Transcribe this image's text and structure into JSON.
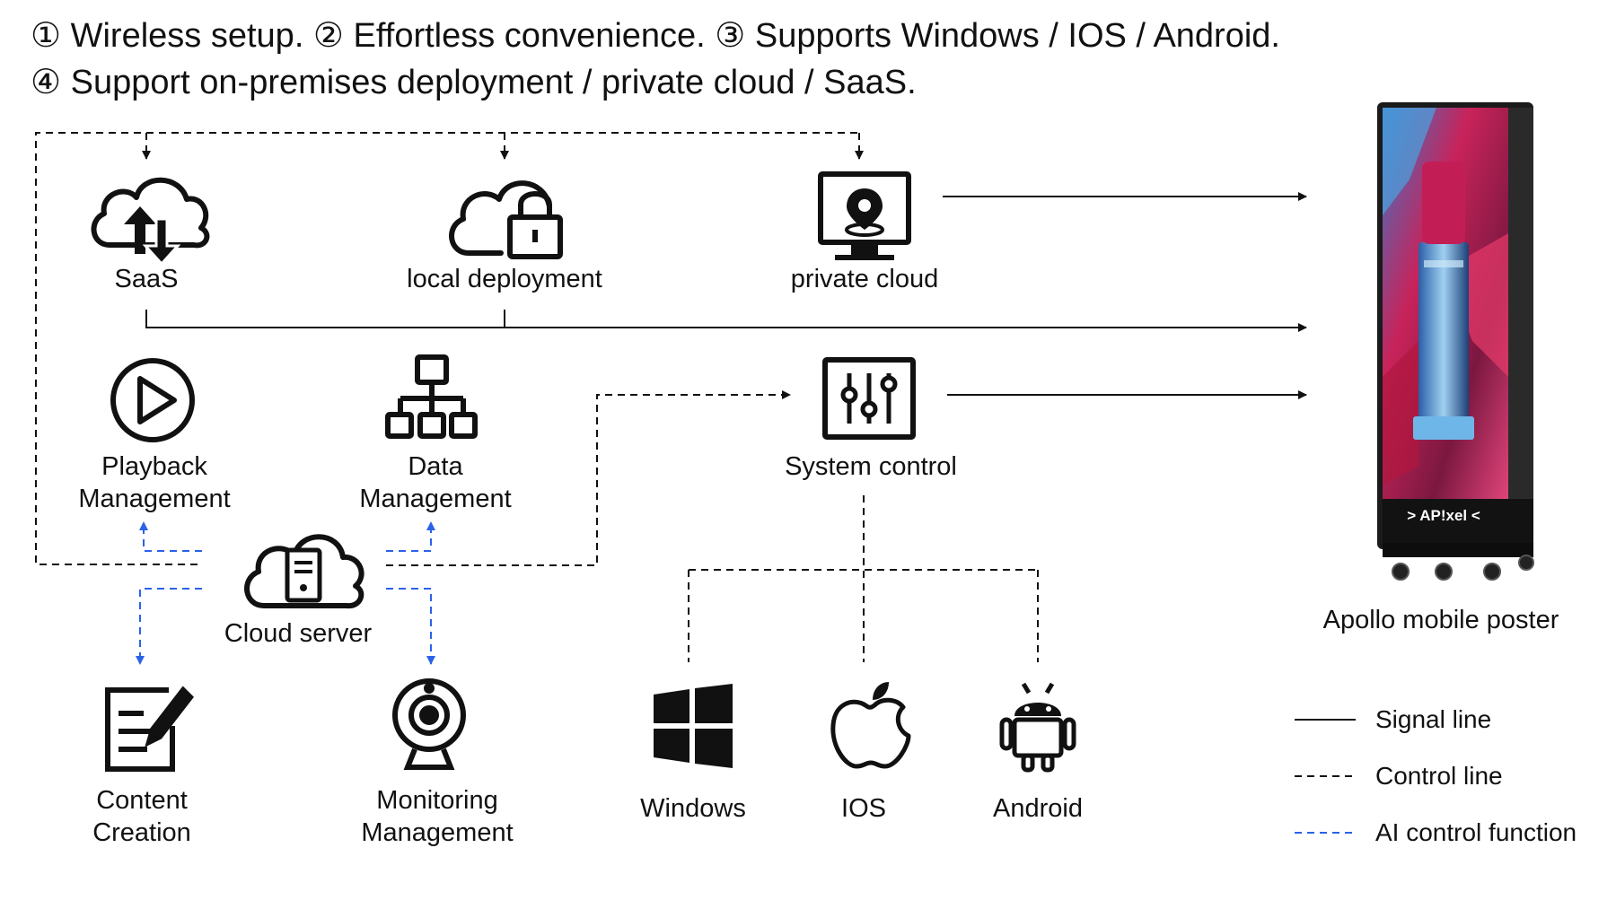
{
  "headline": {
    "line1": "① Wireless setup. ② Effortless convenience. ③ Supports Windows / IOS / Android.",
    "line2": "④ Support on-premises deployment / private cloud / SaaS."
  },
  "nodes": {
    "saas": {
      "label": "SaaS",
      "icon": "cloud-upload-download-icon"
    },
    "local_deployment": {
      "label": "local deployment",
      "icon": "cloud-lock-icon"
    },
    "private_cloud": {
      "label": "private cloud",
      "icon": "monitor-location-icon"
    },
    "playback_management": {
      "label_line1": "Playback",
      "label_line2": "Management",
      "icon": "play-circle-icon"
    },
    "data_management": {
      "label_line1": "Data",
      "label_line2": "Management",
      "icon": "hierarchy-icon"
    },
    "system_control": {
      "label": "System control",
      "icon": "sliders-icon"
    },
    "cloud_server": {
      "label": "Cloud server",
      "icon": "cloud-server-icon"
    },
    "content_creation": {
      "label_line1": "Content",
      "label_line2": "Creation",
      "icon": "document-edit-icon"
    },
    "monitoring_management": {
      "label_line1": "Monitoring",
      "label_line2": "Management",
      "icon": "webcam-icon"
    },
    "windows": {
      "label": "Windows",
      "icon": "windows-icon"
    },
    "ios": {
      "label": "IOS",
      "icon": "apple-icon"
    },
    "android": {
      "label": "Android",
      "icon": "android-icon"
    },
    "poster": {
      "label": "Apollo mobile poster",
      "brand": "> AP!xel <",
      "icon": "poster-display-image"
    }
  },
  "legend": {
    "signal_line": "Signal line",
    "control_line": "Control line",
    "ai_control_function": "AI control function"
  },
  "colors": {
    "line": "#111111",
    "ai_line": "#2a62e8",
    "poster_frame": "#1b1b1b",
    "poster_accent": "#d42a5a"
  }
}
